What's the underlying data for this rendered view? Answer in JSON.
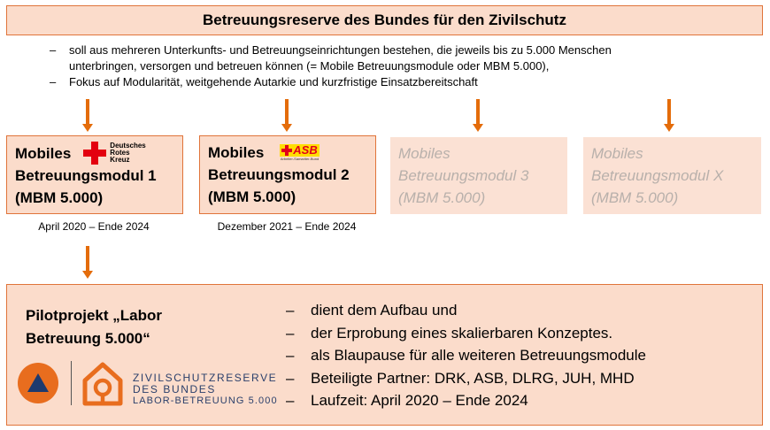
{
  "title": "Betreuungsreserve  des Bundes  für den Zivilschutz",
  "intro": [
    {
      "dash": "–",
      "lines": [
        "soll aus mehreren Unterkunfts- und Betreuungseinrichtungen bestehen, die jeweils bis zu 5.000 Menschen",
        "unterbringen, versorgen und betreuen können (= Mobile Betreuungsmodule oder MBM 5.000),"
      ]
    },
    {
      "dash": "–",
      "lines": [
        "Fokus auf Modularität, weitgehende Autarkie und kurzfristige Einsatzbereitschaft"
      ]
    }
  ],
  "modules": [
    {
      "line1": "Mobiles",
      "line2": "Betreuungsmodul  1",
      "line3": "(MBM 5.000)",
      "logo_text": [
        "Deutsches",
        "Rotes",
        "Kreuz"
      ],
      "period": "April 2020  – Ende 2024"
    },
    {
      "line1": "Mobiles",
      "line2": "Betreuungsmodul  2",
      "line3": "(MBM 5.000)",
      "logo_text": [
        "ASB",
        "Arbeiter-Samariter-Bund"
      ],
      "period": "Dezember 2021 – Ende 2024"
    },
    {
      "line1": "Mobiles",
      "line2": "Betreuungsmodul 3",
      "line3": "(MBM 5.000)"
    },
    {
      "line1": "Mobiles",
      "line2": "Betreuungsmodul X",
      "line3": "(MBM 5.000)"
    }
  ],
  "pilot": {
    "title_line1": "Pilotprojekt „Labor",
    "title_line2": "Betreuung 5.000“",
    "bullets": [
      {
        "dash": "–",
        "text": "dient dem Aufbau und"
      },
      {
        "dash": "–",
        "text": "der Erprobung eines skalierbaren Konzeptes."
      },
      {
        "dash": "–",
        "text": "als Blaupause für alle weiteren Betreuungsmodule"
      },
      {
        "dash": "–",
        "text": "Beteiligte Partner: DRK, ASB, DLRG, JUH, MHD"
      },
      {
        "dash": "–",
        "text": "Laufzeit: April 2020 – Ende 2024"
      }
    ],
    "logo_text": [
      "ZIVILSCHUTZRESERVE",
      "DES BUNDES",
      "LABOR-BETREUUNG 5.000"
    ]
  },
  "colors": {
    "accent": "#e46c0a",
    "box_fill": "#fbdccb",
    "faded_fill": "#fbe1d4",
    "drk_red": "#e3000f",
    "asb_red": "#e2001a",
    "asb_yellow": "#ffdd00",
    "thw_blue": "#1d3a6e"
  }
}
